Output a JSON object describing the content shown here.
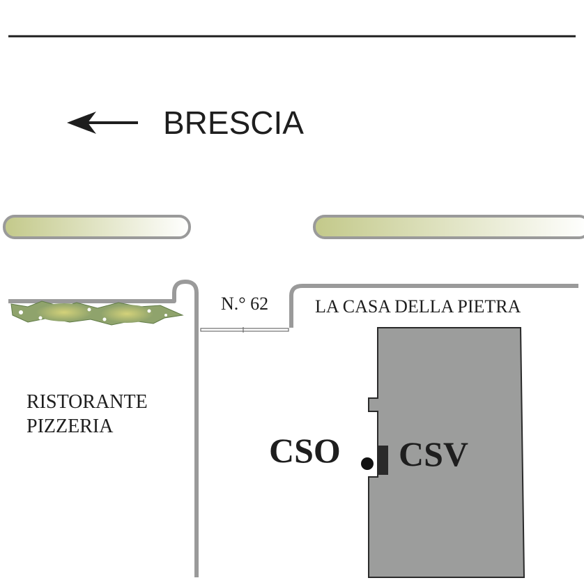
{
  "direction": {
    "label": "BRESCIA",
    "icon": "arrow-left-icon"
  },
  "entrance": {
    "number_label": "N.° 62"
  },
  "places": {
    "casa_della_pietra": "LA CASA DELLA PIETRA",
    "ristorante_line1": "RISTORANTE",
    "ristorante_line2": "PIZZERIA",
    "cso": "CSO",
    "csv": "CSV"
  },
  "colors": {
    "road_edge": "#9a9a9a",
    "building_fill": "#9c9d9c",
    "median_green": "#c3c98a",
    "hedge_green": "#9aa86a",
    "text": "#1e1e1e"
  }
}
